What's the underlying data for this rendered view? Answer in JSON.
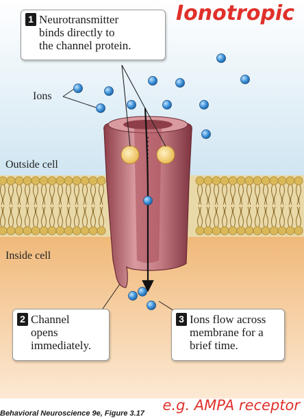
{
  "title": "Ionotropic",
  "labels": {
    "ions": "Ions",
    "outside_cell": "Outside cell",
    "inside_cell": "Inside cell"
  },
  "steps": [
    {
      "num": "1",
      "text_lines": [
        "Neurotransmitter",
        "binds directly to",
        "the channel protein."
      ]
    },
    {
      "num": "2",
      "text_lines": [
        "Channel",
        "opens",
        "immediately."
      ]
    },
    {
      "num": "3",
      "text_lines": [
        "Ions flow across",
        "membrane for a",
        "brief time."
      ]
    }
  ],
  "example": "e.g. AMPA receptor",
  "citation": "Behavioral Neuroscience 9e, Figure 3.17",
  "colors": {
    "accent": "#e0302a",
    "outside_bg": "#d8ecf6",
    "inside_bg": "#f2c38a",
    "membrane": "#c8a64a",
    "channel": "#b8636b",
    "ion": "#3a8fd8"
  }
}
